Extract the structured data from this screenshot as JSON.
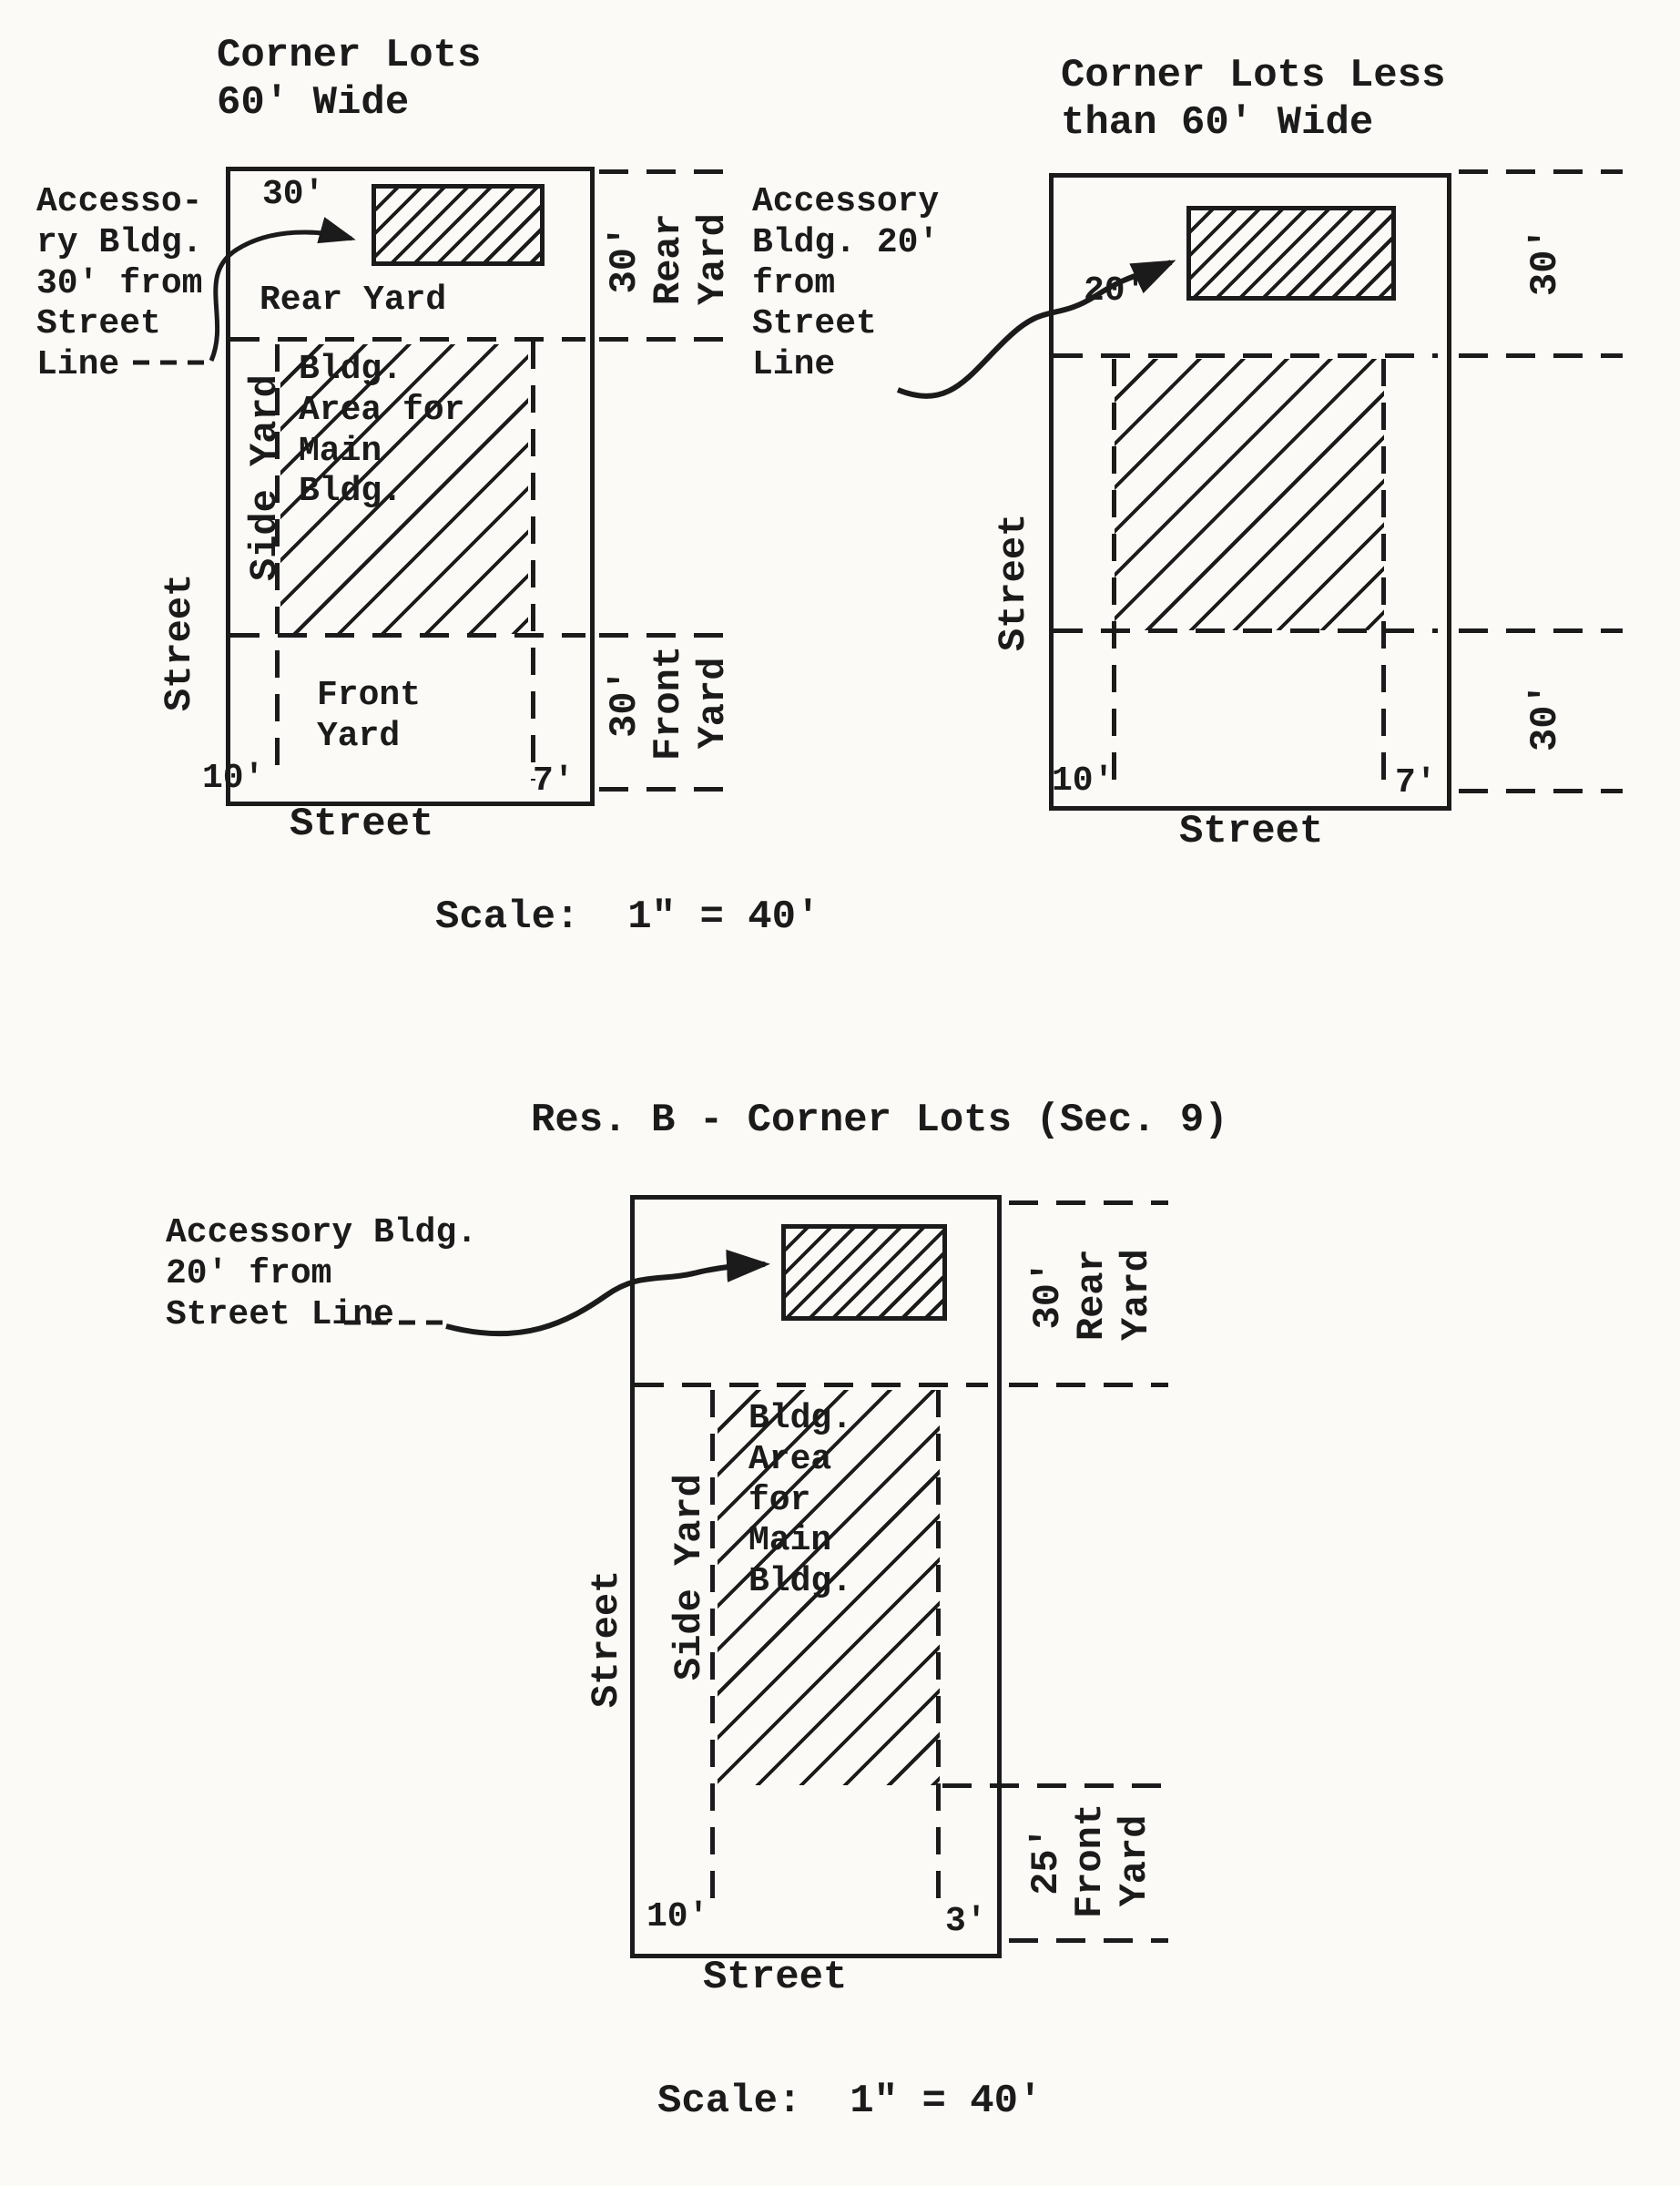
{
  "colors": {
    "paper": "#fbfaf6",
    "ink": "#1b1b1b"
  },
  "scale_top": "Scale:  1\" = 40'",
  "heading_mid": "Res. B - Corner Lots (Sec. 9)",
  "scale_bottom": "Scale:  1\" = 40'",
  "d1": {
    "title": "Corner Lots\n60' Wide",
    "accessory_note": "Accesso-\nry Bldg.\n30' from\nStreet\nLine",
    "dim_top": "30'",
    "rear_yard": "Rear Yard",
    "bldg_area": "Bldg.\nArea for\nMain\nBldg.",
    "side_yard": "Side Yard",
    "street_side": "Street",
    "front_yard": "Front\nYard",
    "dim_left": "10'",
    "dim_right": "7'",
    "street_bottom": "Street",
    "rear_dim": "30'\nRear\nYard",
    "front_dim": "30'\nFront\nYard"
  },
  "d2": {
    "title": "Corner Lots Less\nthan 60' Wide",
    "accessory_note": "Accessory\nBldg. 20'\nfrom\nStreet\nLine",
    "dim_top": "20'",
    "street_side": "Street",
    "dim_left": "10'",
    "dim_right": "7'",
    "street_bottom": "Street",
    "rear_dim": "30'",
    "front_dim": "30'"
  },
  "d3": {
    "accessory_note": "Accessory Bldg.\n20' from\nStreet Line",
    "bldg_area": "Bldg.\nArea\nfor\nMain\nBldg.",
    "side_yard": "Side Yard",
    "street_side": "Street",
    "dim_left": "10'",
    "dim_right": "3'",
    "street_bottom": "Street",
    "rear_dim": "30'\nRear\nYard",
    "front_dim": "25'\nFront\nYard"
  }
}
